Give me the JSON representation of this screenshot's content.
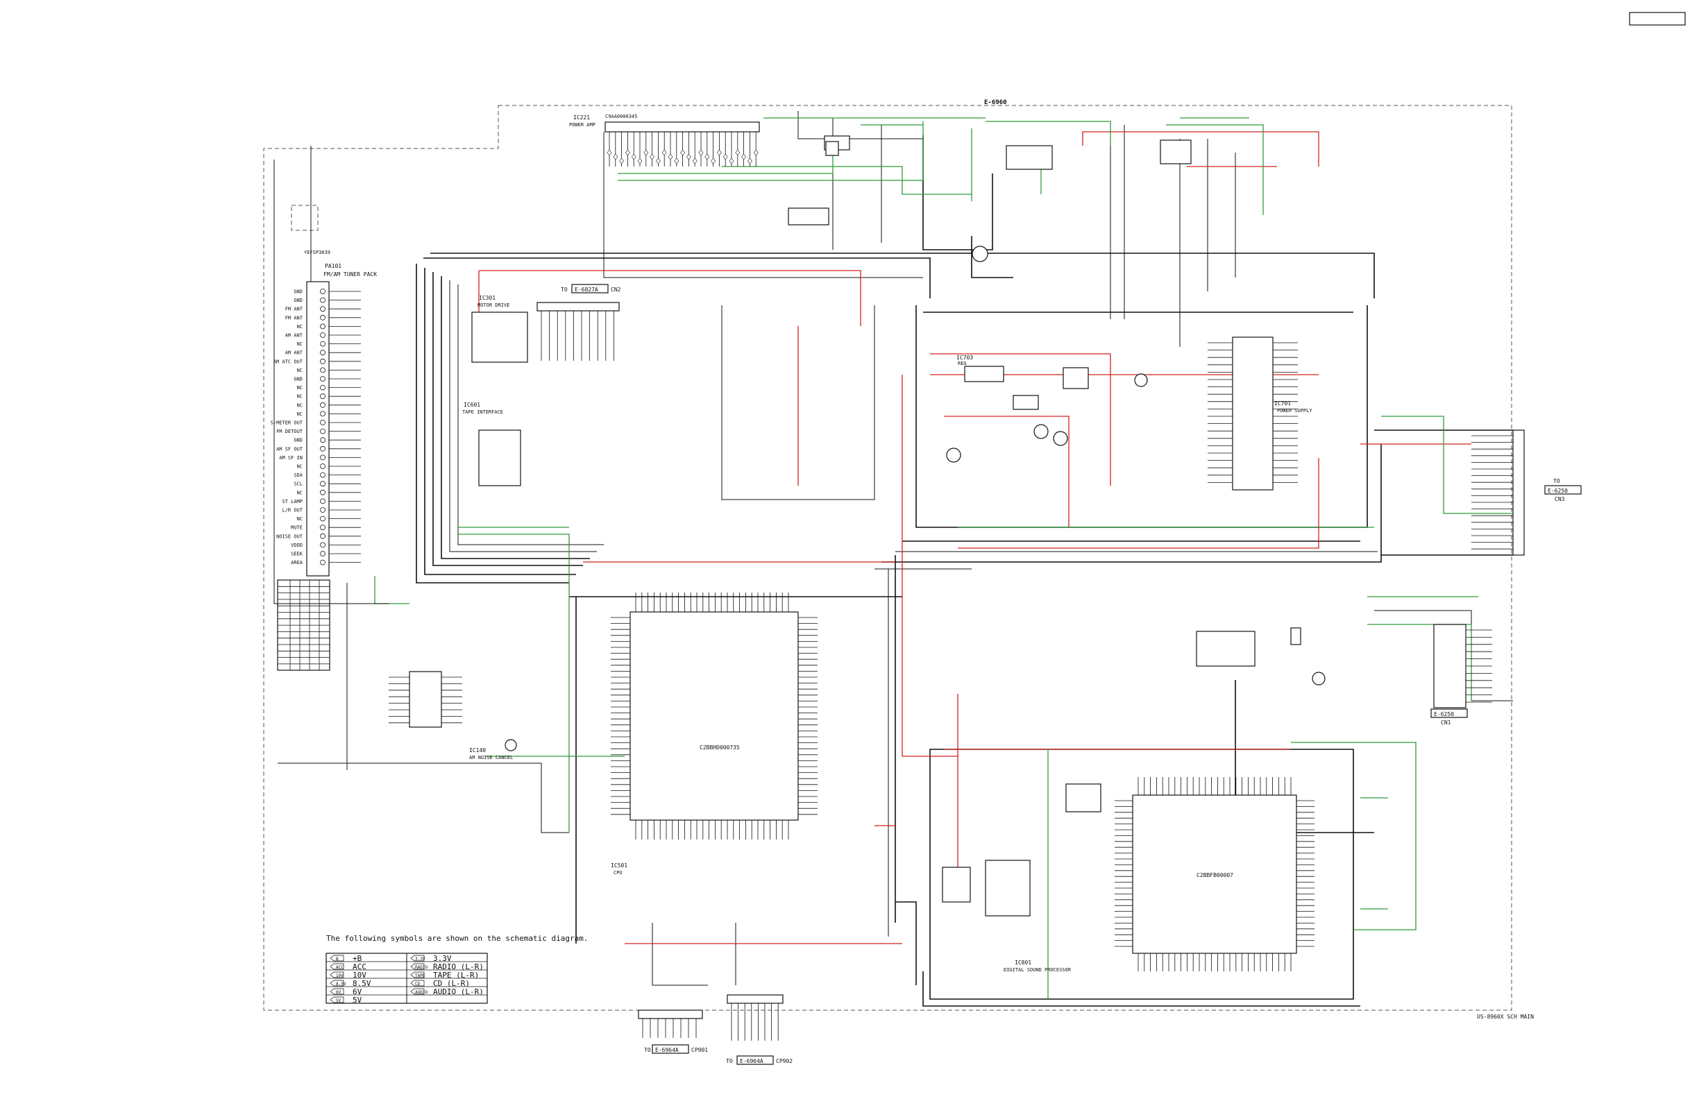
{
  "header": {
    "corner_box": ""
  },
  "boards": {
    "main_board": "E-6960",
    "board_footer": "US-8960X SCH MAIN"
  },
  "ics": {
    "ic221": {
      "ref": "IC221",
      "name": "POWER AMP",
      "part": "C9AA0000345"
    },
    "pa101": {
      "ref": "PA101",
      "name": "FM/AM TUNER PACK",
      "part": "YEFSP3039"
    },
    "ic301": {
      "ref": "IC301",
      "name": "MOTOR DRIVE"
    },
    "ic601": {
      "ref": "IC601",
      "name": "TAPE INTERFACE"
    },
    "ic703": {
      "ref": "IC703",
      "name": "REG"
    },
    "ic701": {
      "ref": "IC701",
      "name": "POWER SUPPLY"
    },
    "ic501": {
      "ref": "IC501",
      "name": "CPU"
    },
    "ic801": {
      "ref": "IC801",
      "name": "DIGITAL SOUND PROCESSOR"
    },
    "ic140": {
      "ref": "IC140",
      "name": "AM NOISE CANCEL"
    }
  },
  "connectors": {
    "cn2": {
      "to": "TO",
      "board": "E-6827A",
      "ref": "CN2"
    },
    "cn3": {
      "to": "TO",
      "board": "E-6250",
      "ref": "CN3"
    },
    "cn1": {
      "to": "TO",
      "board": "E-6250",
      "ref": "CN1"
    },
    "cp901": {
      "to": "TO",
      "board": "E-6964A",
      "ref": "CP901"
    },
    "cp902": {
      "to": "TO",
      "board": "E-6964A",
      "ref": "CP902"
    }
  },
  "tuner_pins": [
    "GND",
    "GND",
    "FM ANT",
    "FM ANT",
    "NC",
    "AM ANT",
    "NC",
    "AM ANT",
    "AM ATC OUT",
    "NC",
    "GND",
    "NC",
    "NC",
    "NC",
    "NC",
    "S-METER OUT",
    "FM DETOUT",
    "GND",
    "AM SF OUT",
    "AM SF IN",
    "NC",
    "SDA",
    "SCL",
    "NC",
    "ST LAMP",
    "L/R OUT",
    "NC",
    "MUTE",
    "NOISE OUT",
    "VDDD",
    "SEEK",
    "AREA"
  ],
  "legend": {
    "intro": "The following symbols are shown on the schematic diagram.",
    "left": [
      {
        "code": "B",
        "label": "+B"
      },
      {
        "code": "ACC",
        "label": "ACC"
      },
      {
        "code": "10V",
        "label": "10V"
      },
      {
        "code": "8.5V",
        "label": "8.5V"
      },
      {
        "code": "6V",
        "label": "6V"
      },
      {
        "code": "5V",
        "label": "5V"
      }
    ],
    "right": [
      {
        "code": "3.3V",
        "label": "3.3V"
      },
      {
        "code": "RADIO",
        "label": "RADIO (L-R)"
      },
      {
        "code": "TAPE",
        "label": "TAPE (L-R)"
      },
      {
        "code": "CD",
        "label": "CD (L-R)"
      },
      {
        "code": "AUDIO",
        "label": "AUDIO (L-R)"
      }
    ]
  },
  "colors": {
    "wire_black": "#111111",
    "wire_red": "#d42020",
    "wire_green": "#2f9a3a"
  }
}
